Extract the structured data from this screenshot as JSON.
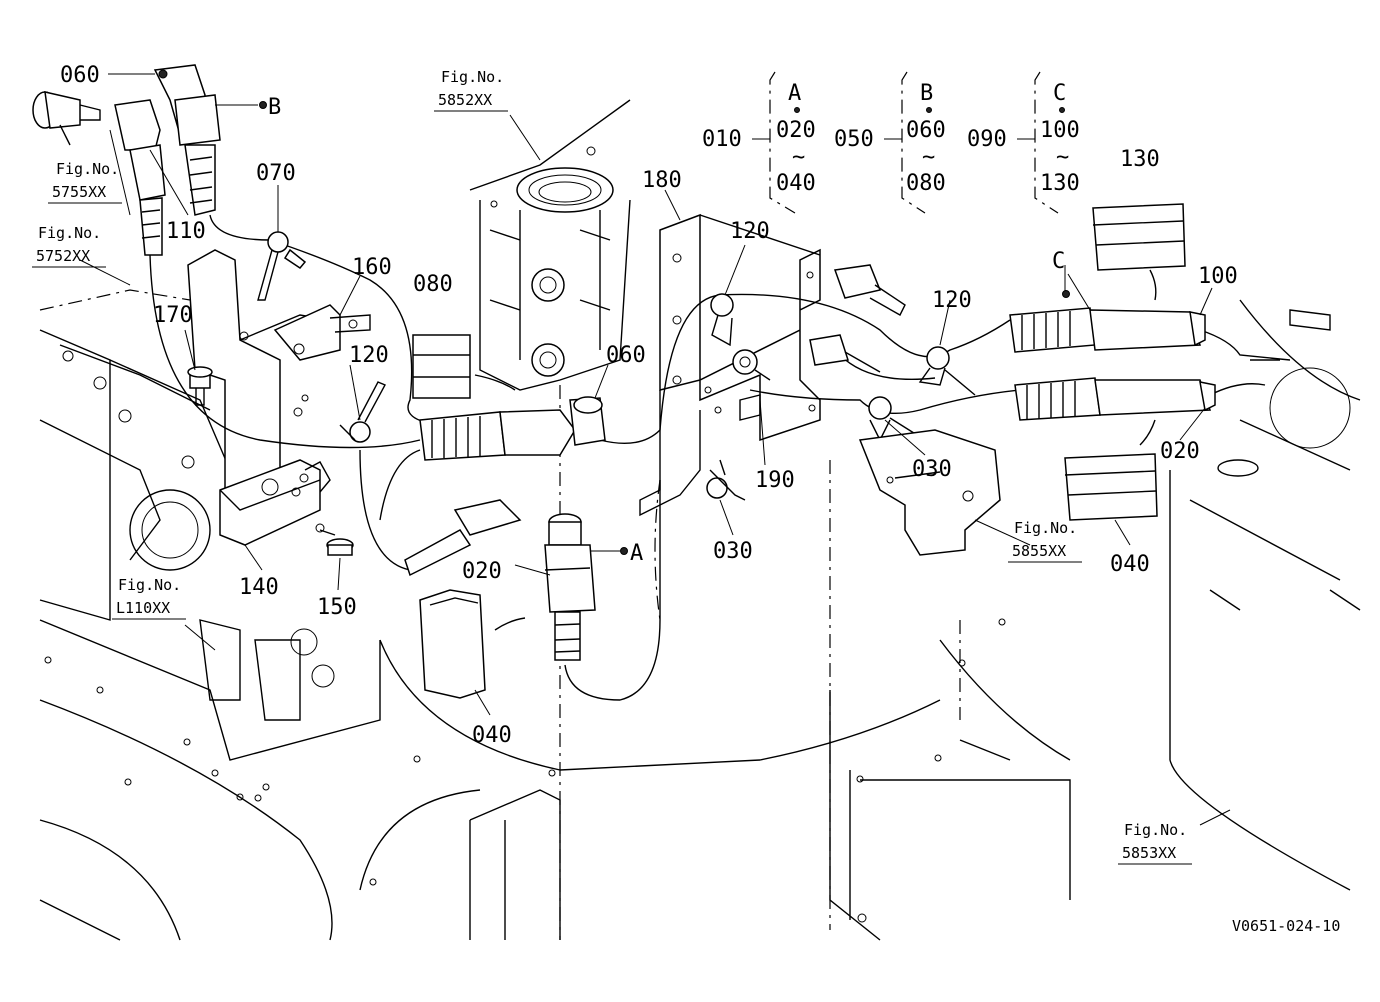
{
  "drawing_id": "V0651-024-10",
  "callouts": {
    "c060_top": "060",
    "c110": "110",
    "c070": "070",
    "c160": "160",
    "c170": "170",
    "c080": "080",
    "c120_left": "120",
    "c060_mid": "060",
    "c180": "180",
    "c120_mid": "120",
    "c120_right": "120",
    "c130": "130",
    "c100": "100",
    "c020_right": "020",
    "c040_right": "040",
    "c030_mid": "030",
    "c030_right": "030",
    "c190": "190",
    "c020_center": "020",
    "c040_center": "040",
    "c140": "140",
    "c150": "150"
  },
  "connector_markers": {
    "B": "B",
    "A": "A",
    "C": "C"
  },
  "figure_refs": {
    "fig_label": "Fig.No.",
    "f5755": "5755XX",
    "f5752": "5752XX",
    "f5852": "5852XX",
    "f5855": "5855XX",
    "fL110": "L110XX",
    "f5853": "5853XX"
  },
  "legend": {
    "groups": [
      {
        "code": "010",
        "letter": "A",
        "from": "020",
        "tilde": "~",
        "to": "040"
      },
      {
        "code": "050",
        "letter": "B",
        "from": "060",
        "tilde": "~",
        "to": "080"
      },
      {
        "code": "090",
        "letter": "C",
        "from": "100",
        "tilde": "~",
        "to": "130"
      }
    ]
  }
}
